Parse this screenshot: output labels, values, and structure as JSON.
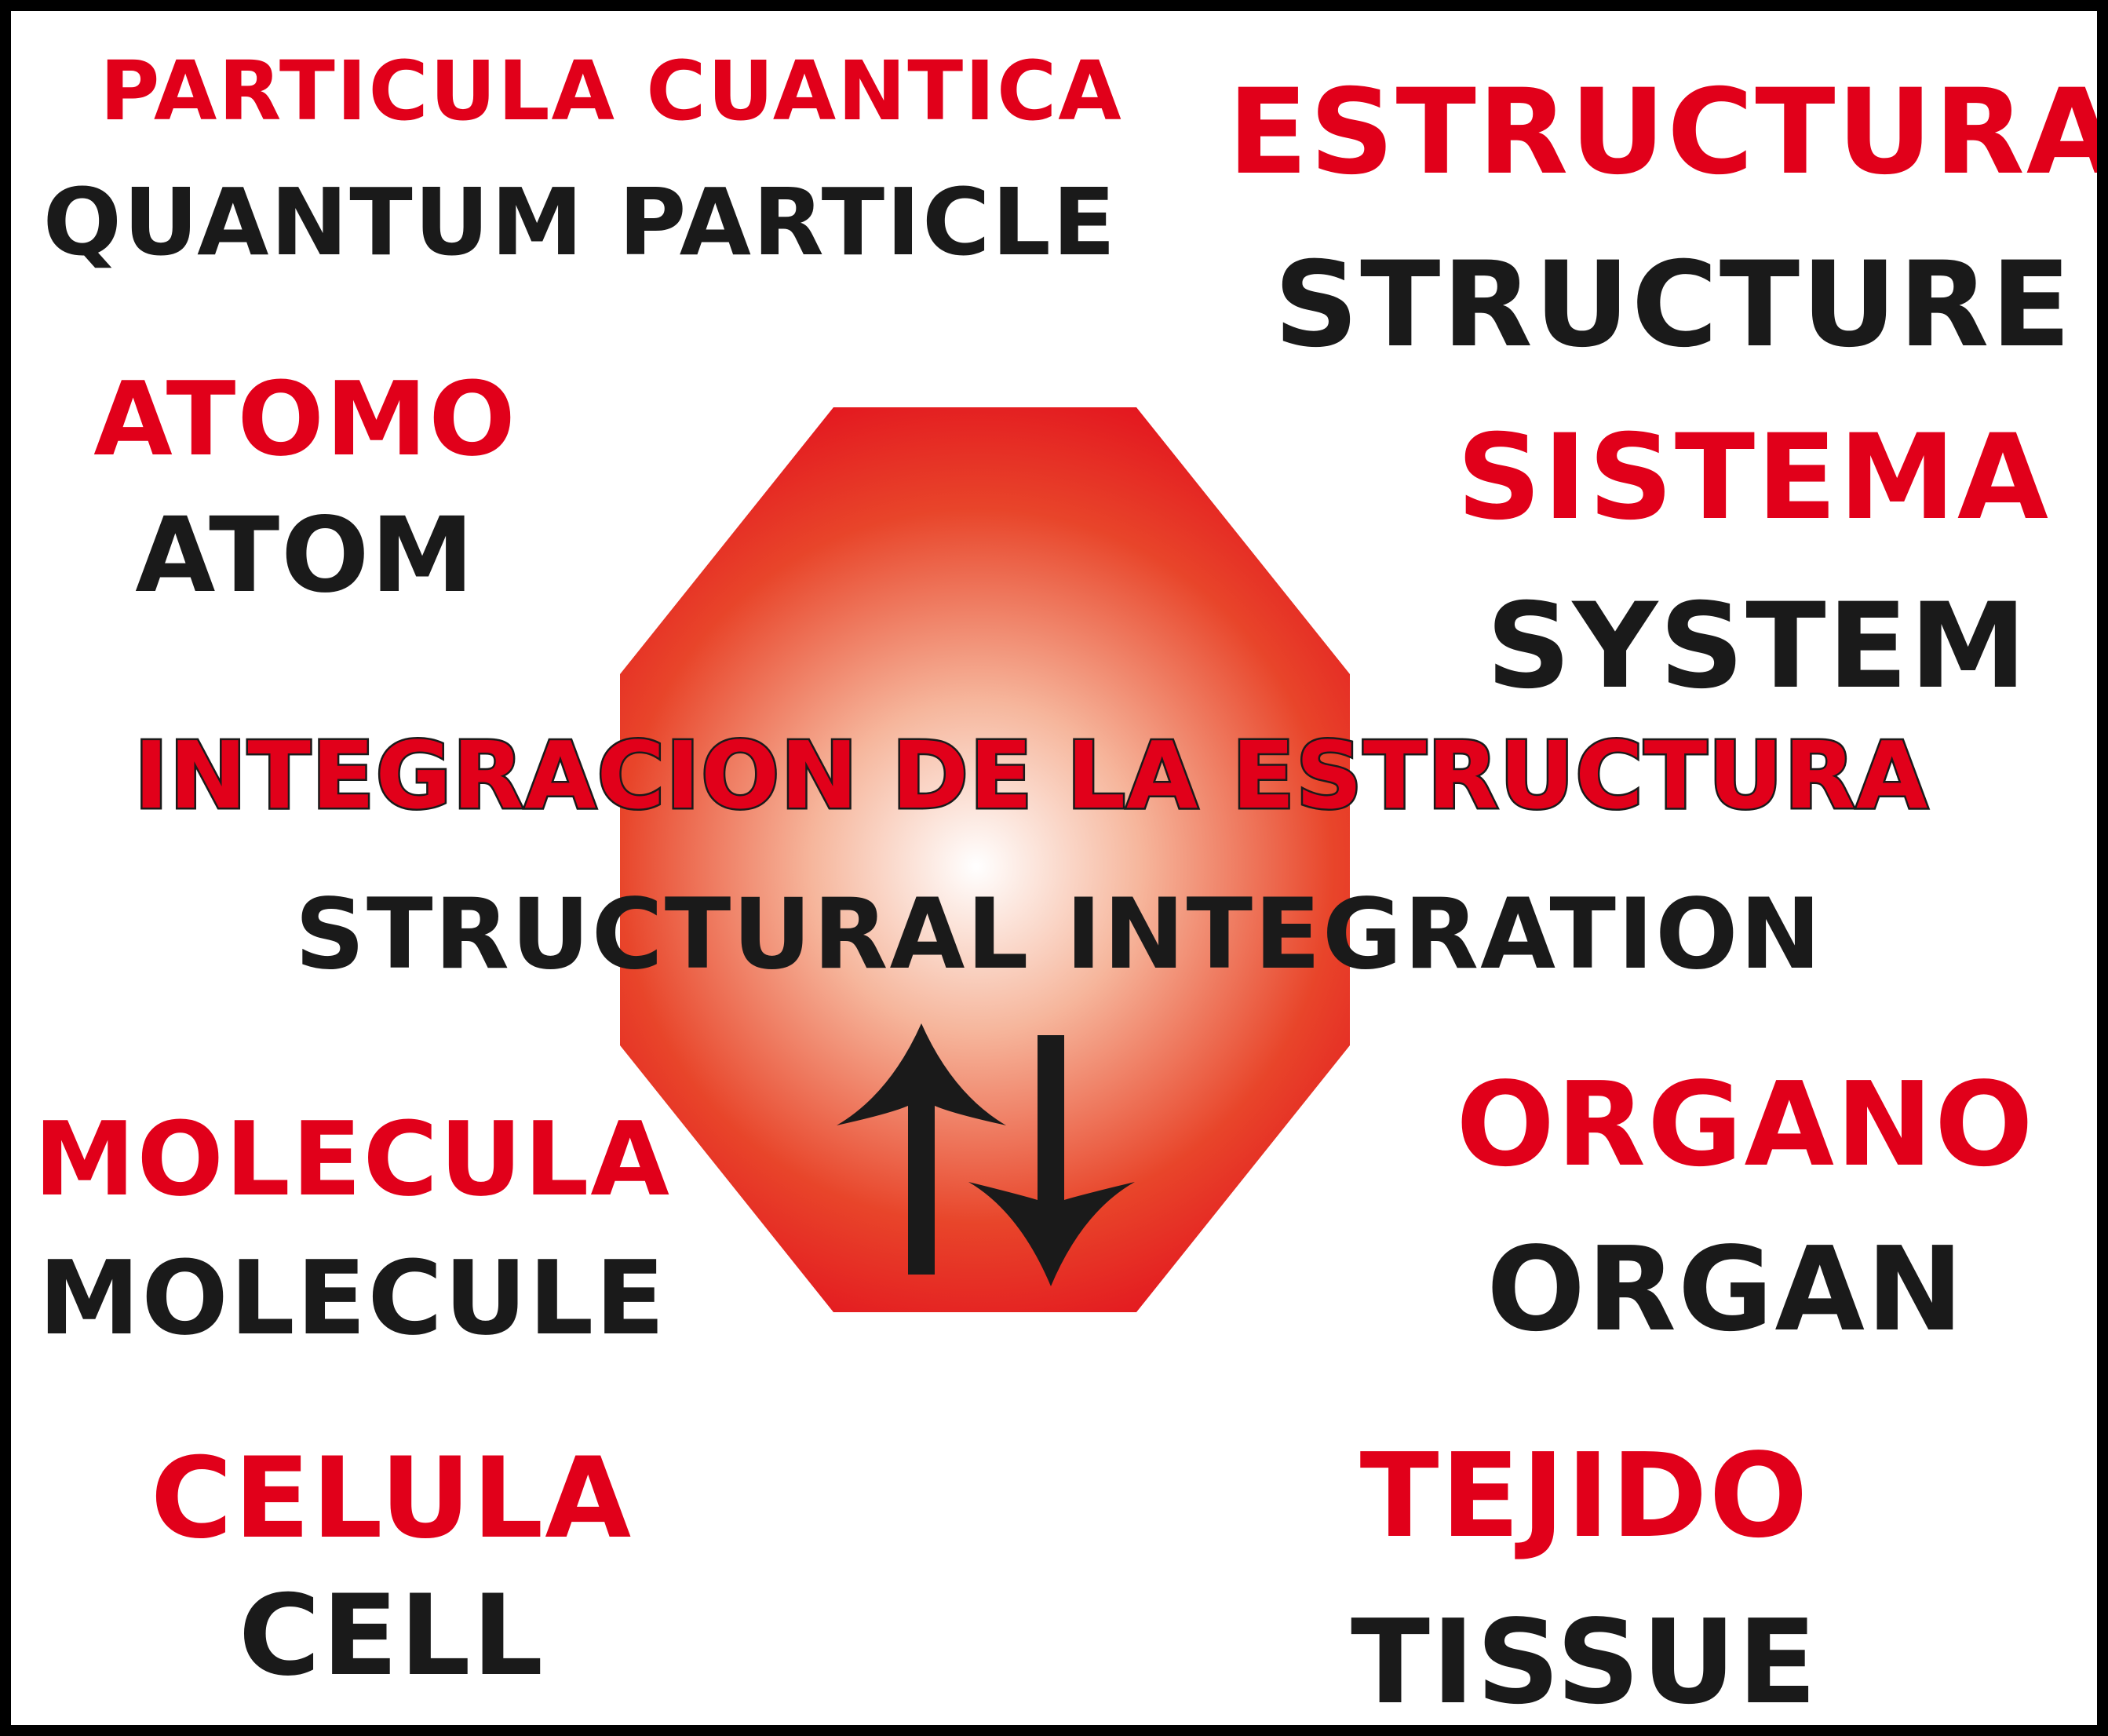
{
  "colors": {
    "accent_red": "#e1001a",
    "text_black": "#1a1a1a",
    "octagon_center": "#ffffff",
    "octagon_edge": "#e1001a"
  },
  "labels": {
    "quantum_es": "PARTICULA CUANTICA",
    "quantum_en": "QUANTUM PARTICLE",
    "atom_es": "ATOMO",
    "atom_en": "ATOM",
    "molecule_es": "MOLECULA",
    "molecule_en": "MOLECULE",
    "cell_es": "CELULA",
    "cell_en": "CELL",
    "structure_es": "ESTRUCTURA",
    "structure_en": "STRUCTURE",
    "system_es": "SISTEMA",
    "system_en": "SYSTEM",
    "organ_es": "ORGANO",
    "organ_en": "ORGAN",
    "tissue_es": "TEJIDO",
    "tissue_en": "TISSUE",
    "center_es": "INTEGRACION DE LA ESTRUCTURA",
    "center_en": "STRUCTURAL INTEGRATION"
  },
  "icons": {
    "arrows": "up-down-arrows-icon"
  }
}
